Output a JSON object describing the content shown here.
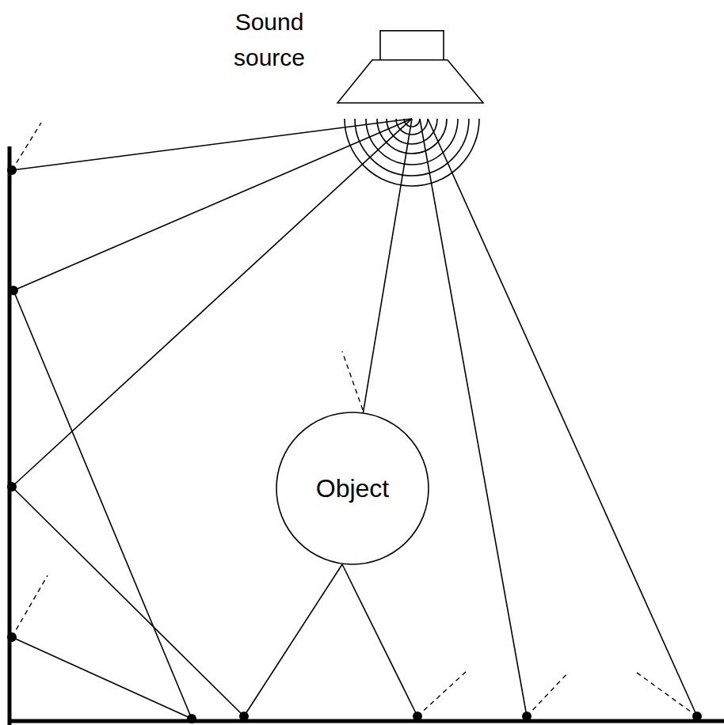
{
  "diagram": {
    "nodes": [
      {
        "text": [
          "Sound source"
        ]
      },
      {
        "text": [
          "Object"
        ]
      }
    ],
    "edges": [
      {
        "from": 0,
        "to": 1,
        "arrow": "none"
      }
    ]
  }
}
